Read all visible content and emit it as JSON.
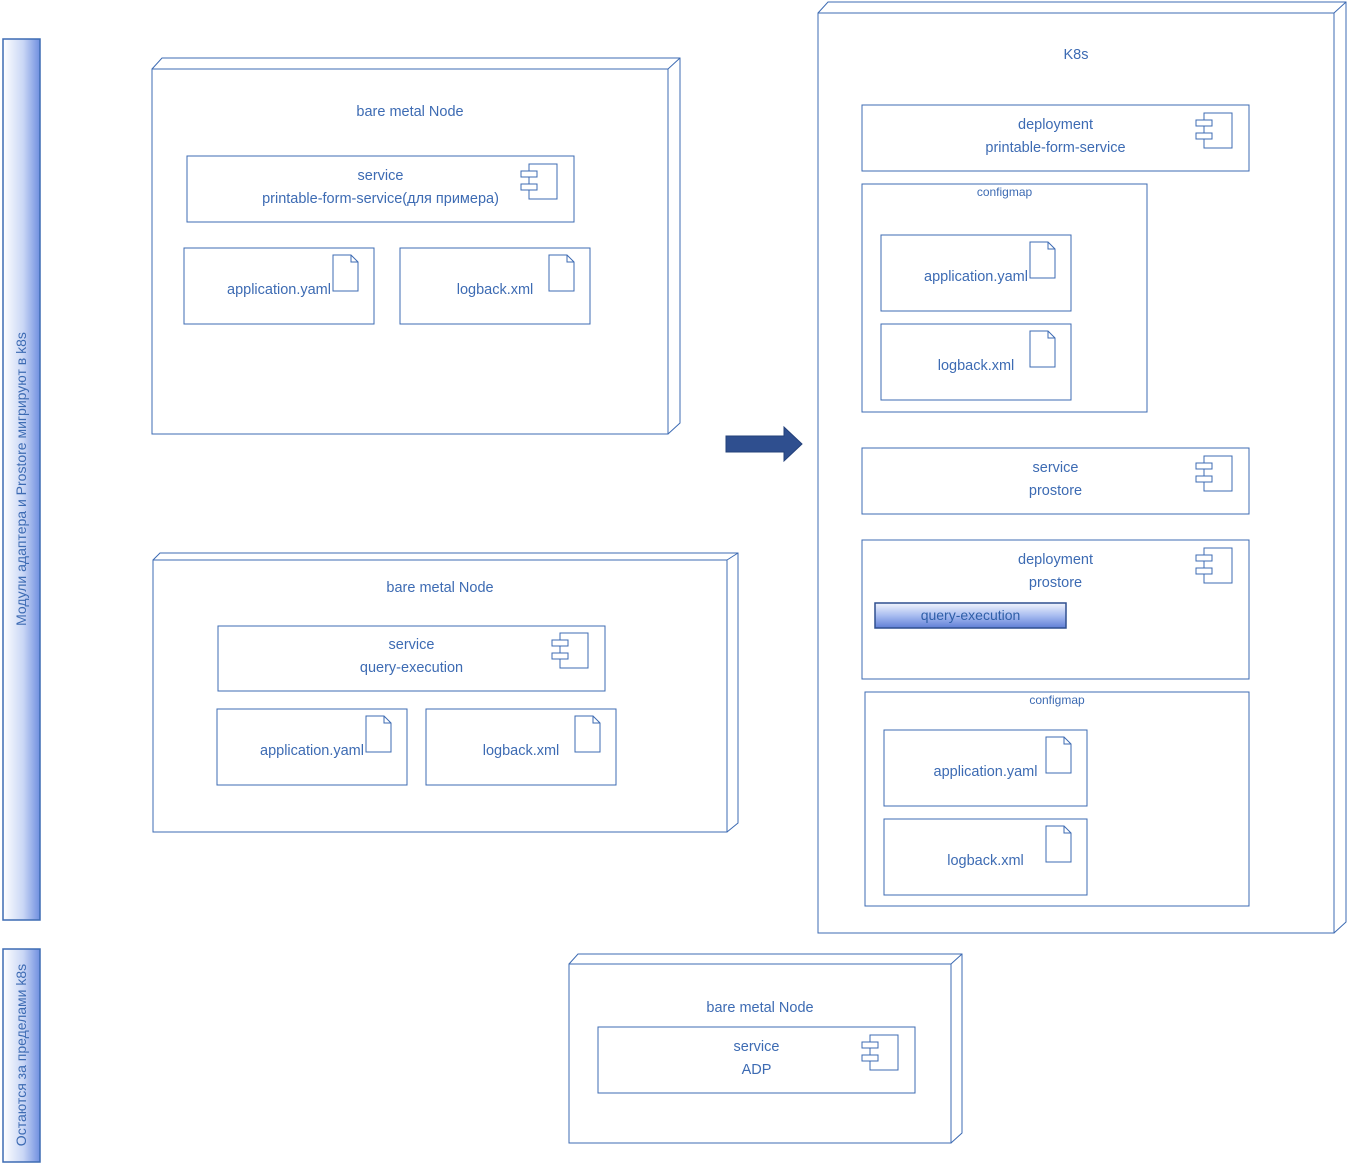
{
  "lanes": {
    "migrate": "Модули адаптера и Prostore мигрируют в k8s",
    "stay": "Остаются за пределами k8s"
  },
  "node1": {
    "title": "bare metal Node",
    "service_line1": "service",
    "service_line2": "printable-form-service(для примера)",
    "file1": "application.yaml",
    "file2": "logback.xml"
  },
  "node2": {
    "title": "bare metal Node",
    "service_line1": "service",
    "service_line2": "query-execution",
    "file1": "application.yaml",
    "file2": "logback.xml"
  },
  "node3": {
    "title": "bare metal Node",
    "service_line1": "service",
    "service_line2": "ADP"
  },
  "k8s": {
    "title": "K8s",
    "deployment1_line1": "deployment",
    "deployment1_line2": "printable-form-service",
    "configmap1_label": "configmap",
    "configmap1_file1": "application.yaml",
    "configmap1_file2": "logback.xml",
    "service_line1": "service",
    "service_line2": "prostore",
    "deployment2_line1": "deployment",
    "deployment2_line2": "prostore",
    "query_button": "query-execution",
    "configmap2_label": "configmap",
    "configmap2_file1": "application.yaml",
    "configmap2_file2": "logback.xml"
  },
  "colors": {
    "stroke": "#3d6bb3",
    "text": "#3d6bb3",
    "arrow": "#2f4f8f",
    "lane_fill_top": "#e8eefb",
    "lane_fill_bottom": "#6f8fe0"
  }
}
